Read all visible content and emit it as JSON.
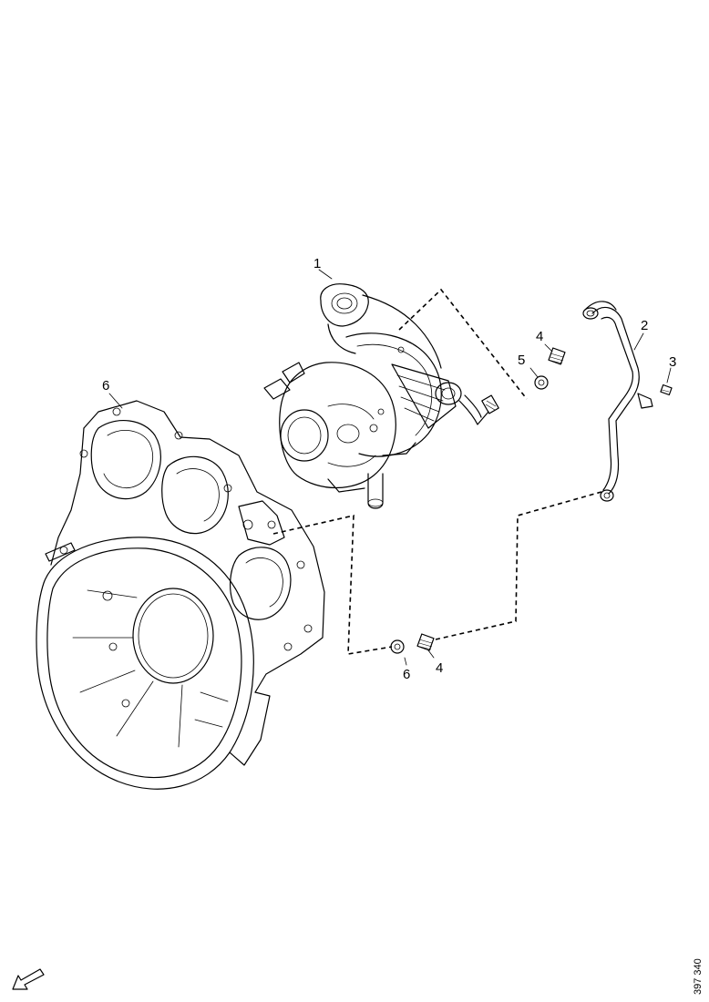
{
  "callouts": {
    "c1": "1",
    "c2": "2",
    "c3": "3",
    "c4a": "4",
    "c5": "5",
    "c6a": "6",
    "c6b": "6",
    "c4b": "4"
  },
  "document_number": "397 340",
  "icons": {
    "direction_arrow": "arrow-down-left-icon"
  }
}
